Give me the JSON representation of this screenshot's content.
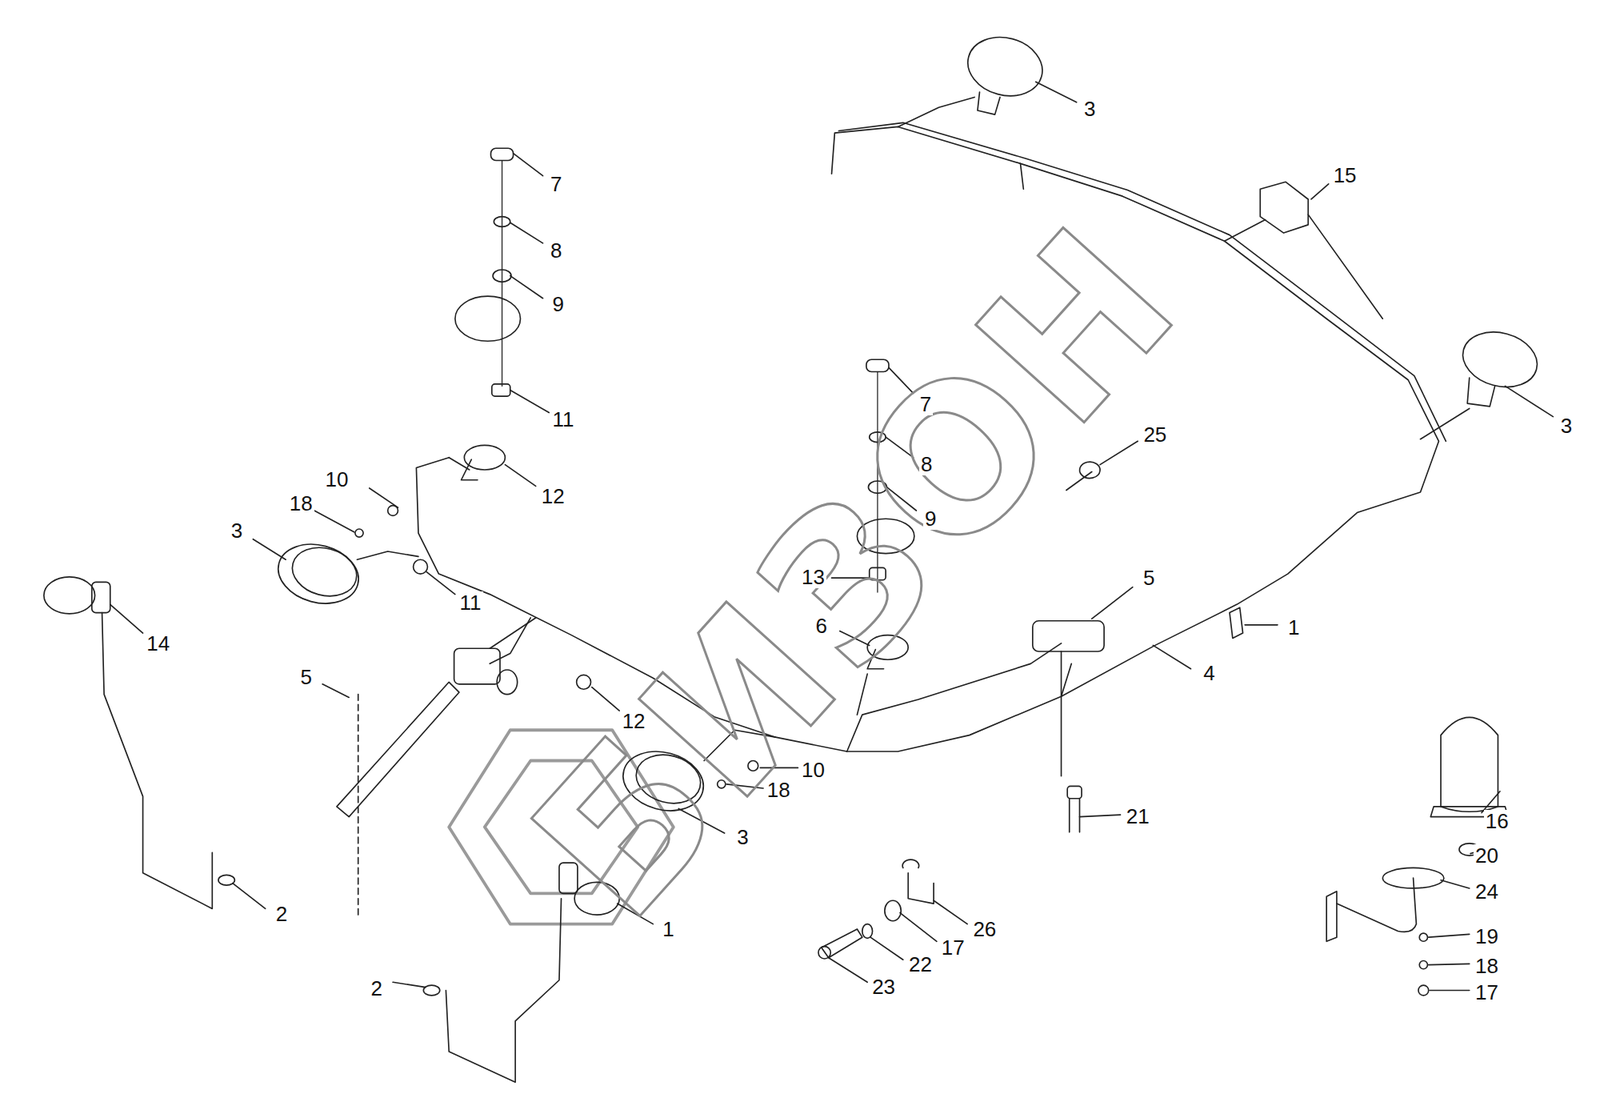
{
  "diagram": {
    "labels": [
      "3",
      "7",
      "15",
      "8",
      "9",
      "11",
      "7",
      "3",
      "25",
      "8",
      "10",
      "12",
      "18",
      "9",
      "3",
      "11",
      "13",
      "5",
      "12",
      "6",
      "1",
      "14",
      "4",
      "5",
      "10",
      "18",
      "3",
      "21",
      "16",
      "20",
      "24",
      "2",
      "1",
      "26",
      "17",
      "22",
      "23",
      "19",
      "18",
      "17",
      "2",
      "БИЗОН"
    ]
  }
}
